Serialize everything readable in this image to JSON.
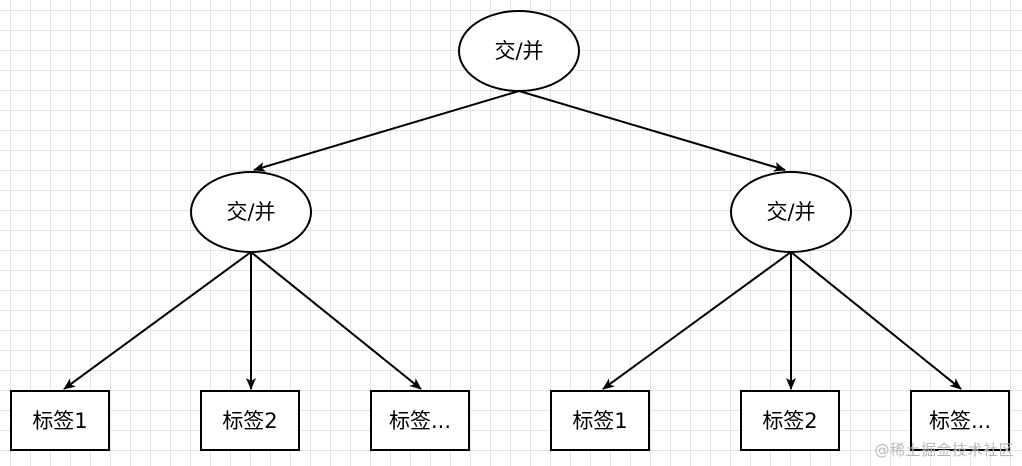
{
  "diagram": {
    "root": {
      "label": "交/并"
    },
    "left_branch": {
      "label": "交/并",
      "children": [
        "标签1",
        "标签2",
        "标签..."
      ]
    },
    "right_branch": {
      "label": "交/并",
      "children": [
        "标签1",
        "标签2",
        "标签..."
      ]
    }
  },
  "colors": {
    "stroke": "#000000",
    "fill": "#ffffff",
    "grid": "#e3e3e3"
  },
  "watermark": "@稀土掘金技术社区"
}
